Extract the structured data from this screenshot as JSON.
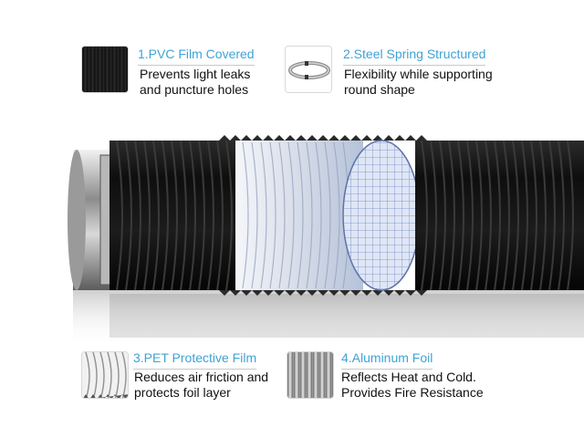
{
  "features": [
    {
      "title": "1.PVC Film Covered",
      "desc_line1": "Prevents light leaks",
      "desc_line2": "and puncture holes",
      "icon": "pvc-film-icon"
    },
    {
      "title": "2.Steel Spring Structured",
      "desc_line1": "Flexibility while supporting",
      "desc_line2": "round shape",
      "icon": "steel-spring-icon"
    },
    {
      "title": "3.PET Protective Film",
      "desc_line1": "Reduces air friction and",
      "desc_line2": "protects foil layer",
      "icon": "pet-film-icon"
    },
    {
      "title": "4.Aluminum Foil",
      "desc_line1": "Reflects Heat and Cold.",
      "desc_line2": "Provides Fire Resistance",
      "icon": "aluminum-foil-icon"
    }
  ],
  "colors": {
    "title_blue": "#3ea3d6",
    "duct_black": "#151515",
    "text": "#111111"
  }
}
